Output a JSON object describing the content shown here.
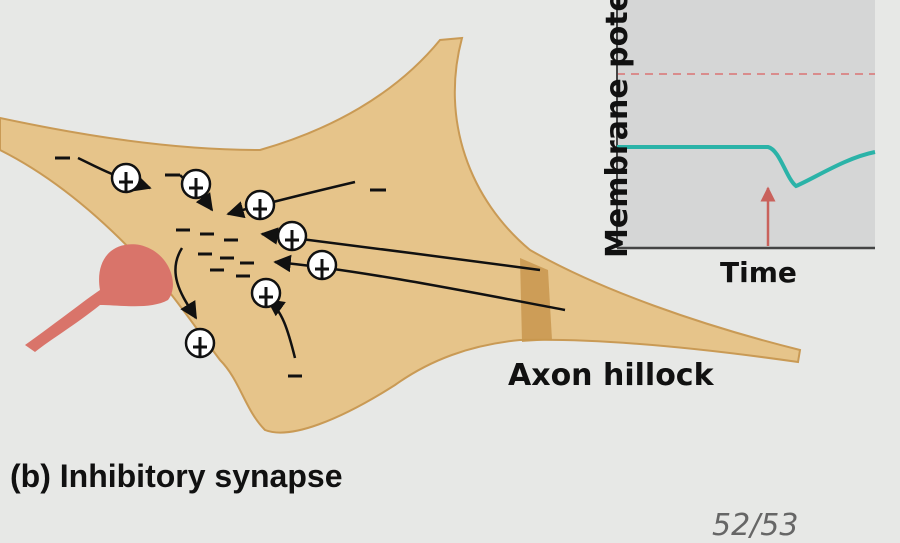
{
  "labels": {
    "axon_hillock": "Axon hillock",
    "caption": "(b) Inhibitory synapse",
    "page_number": "52/53"
  },
  "graph": {
    "y_axis_label": "Membrane pote",
    "x_axis_label": "Time"
  },
  "ions": {
    "positive_symbol": "+",
    "negative_symbol": "–"
  },
  "colors": {
    "neuron": "#e6c48a",
    "neuron_edge": "#c99a55",
    "axon_hillock": "#c8964e",
    "presynaptic_terminal": "#d9746a",
    "trace": "#2bb3a8",
    "threshold": "#d98c8c",
    "stimulus_arrow": "#c9625c",
    "graph_bg": "#d5d6d6"
  }
}
